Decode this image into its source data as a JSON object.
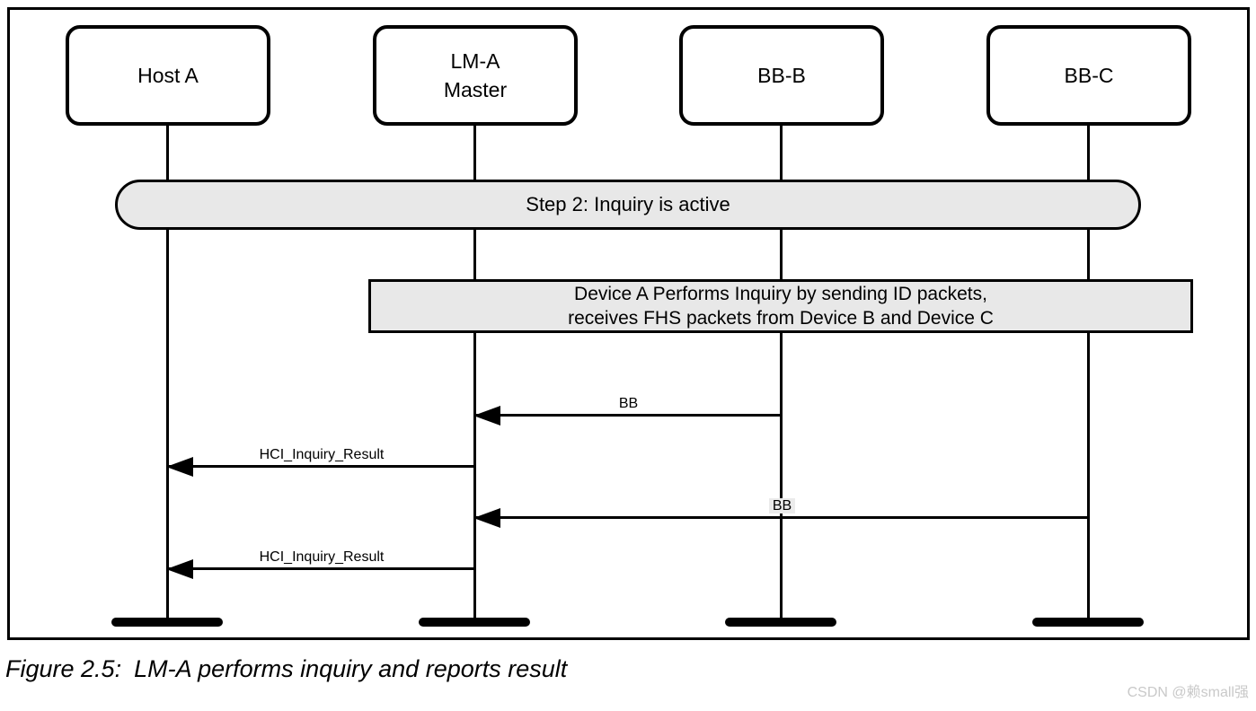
{
  "diagram": {
    "actors": [
      {
        "id": "host-a",
        "lines": [
          "Host A"
        ]
      },
      {
        "id": "lm-a-master",
        "lines": [
          "LM-A",
          "Master"
        ]
      },
      {
        "id": "bb-b",
        "lines": [
          "BB-B"
        ]
      },
      {
        "id": "bb-c",
        "lines": [
          "BB-C"
        ]
      }
    ],
    "step_banner": {
      "label": "Step 2: Inquiry is active"
    },
    "note": {
      "line1": "Device A Performs Inquiry by sending ID packets,",
      "line2": "receives FHS packets from Device B and Device C"
    },
    "messages": [
      {
        "label": "BB",
        "from": "BB-B",
        "to": "LM-A Master",
        "direction": "left"
      },
      {
        "label": "HCI_Inquiry_Result",
        "from": "LM-A Master",
        "to": "Host A",
        "direction": "left"
      },
      {
        "label": "BB",
        "from": "BB-C",
        "to": "LM-A Master",
        "direction": "left"
      },
      {
        "label": "HCI_Inquiry_Result",
        "from": "LM-A Master",
        "to": "Host A",
        "direction": "left"
      }
    ]
  },
  "caption": {
    "prefix": "Figure 2.5:",
    "title": "LM-A performs inquiry and reports result"
  },
  "watermark": {
    "text": "CSDN @赖small强"
  },
  "colors": {
    "line": "#000000",
    "shape_fill": "#e8e8e8",
    "background": "#ffffff",
    "watermark_text": "#c9c9c9"
  }
}
